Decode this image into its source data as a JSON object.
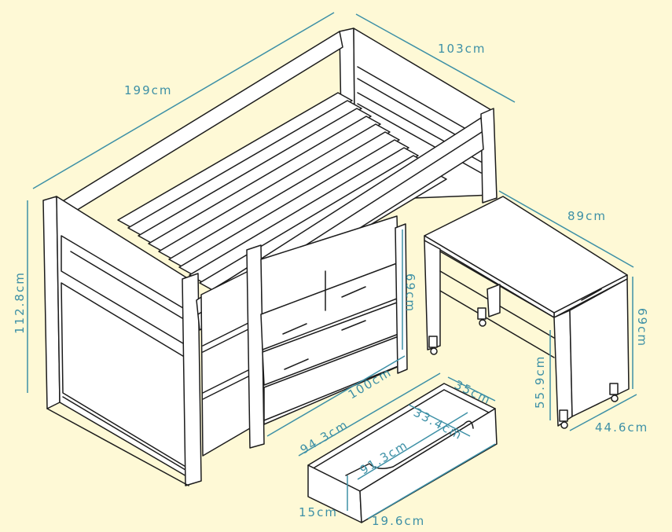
{
  "colors": {
    "background": "#fef9d6",
    "dimension": "#3d90a6",
    "outline": "#1c1c1c",
    "fill": "#ffffff"
  },
  "dimensions": {
    "bed_length": "199cm",
    "bed_width": "103cm",
    "bed_height": "112.8cm",
    "drawer_unit_height": "69cm",
    "drawer_unit_width": "100cm",
    "desk_length": "89cm",
    "desk_height": "69cm",
    "desk_inner_height": "55.9cm",
    "desk_depth": "44.6cm",
    "drawer_outer_length": "94.3cm",
    "drawer_inner_length": "91.3cm",
    "drawer_outer_depth": "35cm",
    "drawer_inner_depth": "33.4cm",
    "drawer_height": "15cm",
    "drawer_front_width": "19.6cm"
  }
}
